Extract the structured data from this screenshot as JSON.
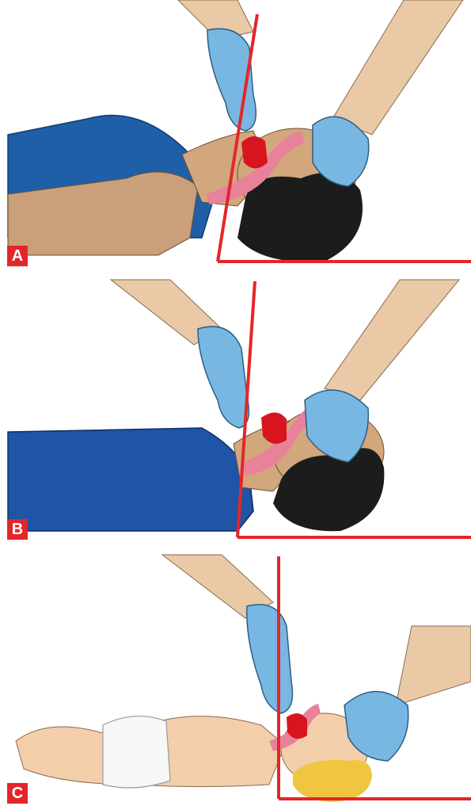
{
  "panels": [
    {
      "label": "A",
      "description_icon": "adult-head-tilt"
    },
    {
      "label": "B",
      "description_icon": "child-head-tilt"
    },
    {
      "label": "C",
      "description_icon": "infant-head-tilt"
    }
  ],
  "colors": {
    "angle_line": "#e3262a",
    "badge": "#e3262a",
    "glove": "#79b7e3",
    "skin": "#d2a77c",
    "shirt_adult": "#1f5fa8",
    "shirt_child": "#1f54a6",
    "hair": "#1c1c1c",
    "infant_hair": "#f0c640",
    "airway": "#e8829a",
    "mouth": "#d8141f"
  }
}
